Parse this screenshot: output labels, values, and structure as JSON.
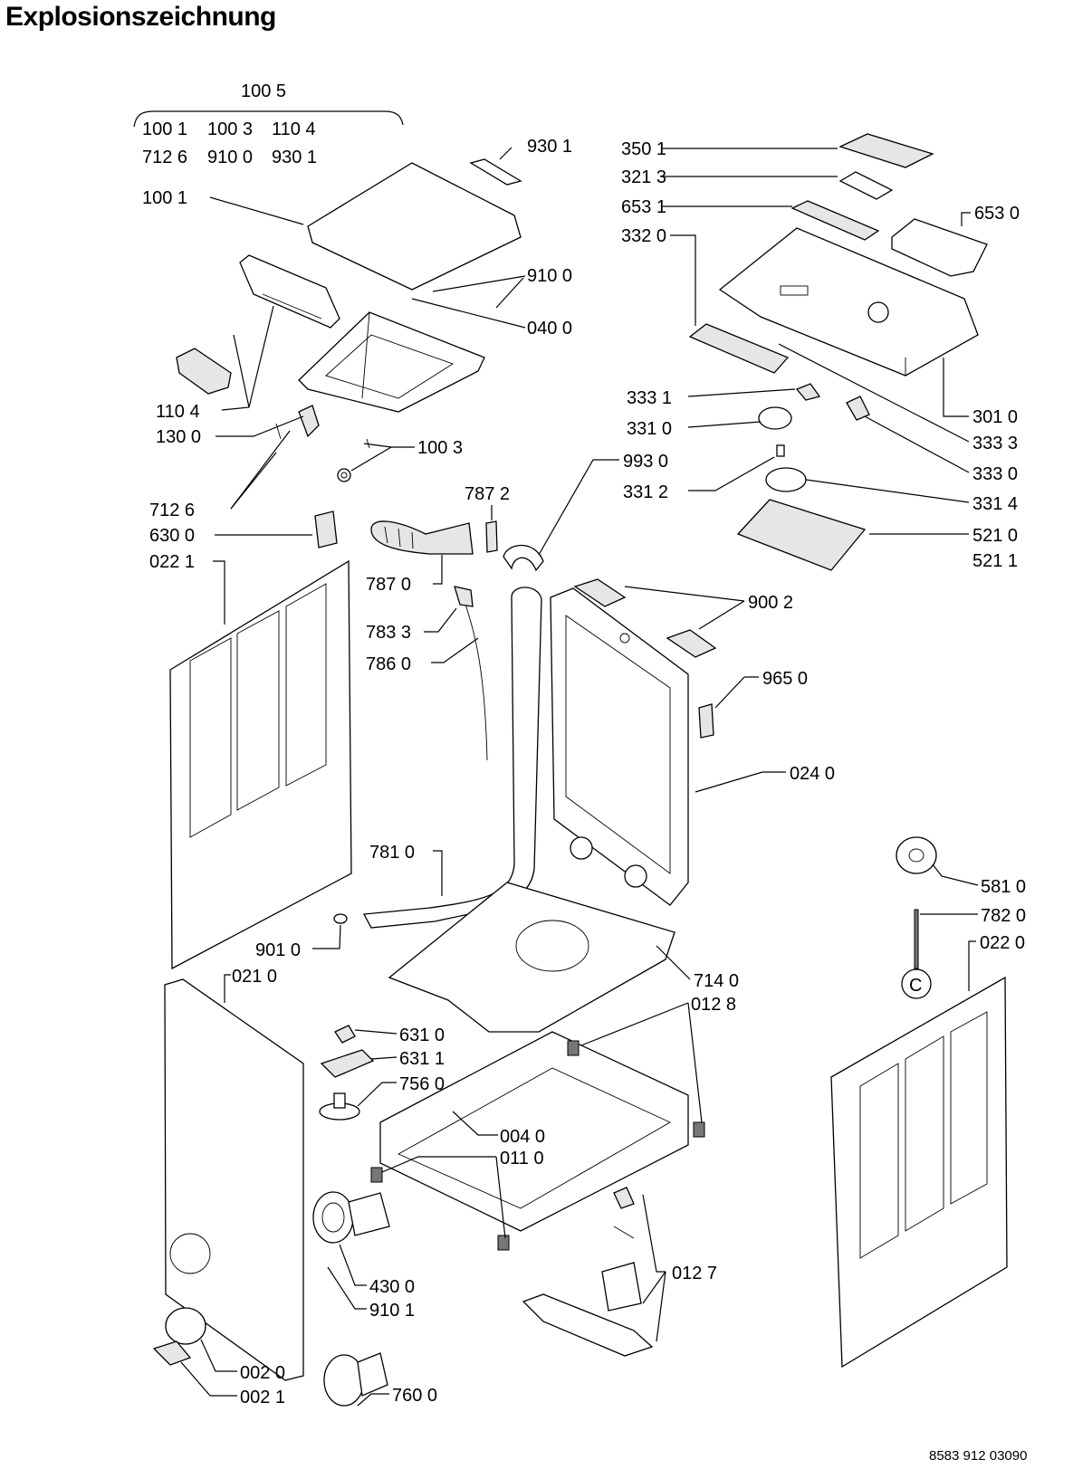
{
  "title": "Explosionszeichnung",
  "footer_code": "8583 912 03090",
  "circle_marker": "C",
  "labels": [
    {
      "id": "lbl-100-5",
      "text": "100 5"
    },
    {
      "id": "lbl-100-1-top",
      "text": "100 1"
    },
    {
      "id": "lbl-100-3-top",
      "text": "100 3"
    },
    {
      "id": "lbl-110-4-top",
      "text": "110 4"
    },
    {
      "id": "lbl-712-6-top",
      "text": "712 6"
    },
    {
      "id": "lbl-910-0-top",
      "text": "910 0"
    },
    {
      "id": "lbl-930-1-top",
      "text": "930 1"
    },
    {
      "id": "lbl-930-1",
      "text": "930 1"
    },
    {
      "id": "lbl-100-1",
      "text": "100 1"
    },
    {
      "id": "lbl-910-0",
      "text": "910 0"
    },
    {
      "id": "lbl-040-0",
      "text": "040 0"
    },
    {
      "id": "lbl-110-4",
      "text": "110 4"
    },
    {
      "id": "lbl-130-0",
      "text": "130 0"
    },
    {
      "id": "lbl-100-3",
      "text": "100 3"
    },
    {
      "id": "lbl-712-6",
      "text": "712 6"
    },
    {
      "id": "lbl-630-0",
      "text": "630 0"
    },
    {
      "id": "lbl-022-1",
      "text": "022 1"
    },
    {
      "id": "lbl-787-2",
      "text": "787 2"
    },
    {
      "id": "lbl-787-0",
      "text": "787 0"
    },
    {
      "id": "lbl-783-3",
      "text": "783 3"
    },
    {
      "id": "lbl-786-0",
      "text": "786 0"
    },
    {
      "id": "lbl-350-1",
      "text": "350 1"
    },
    {
      "id": "lbl-321-3",
      "text": "321 3"
    },
    {
      "id": "lbl-653-1",
      "text": "653 1"
    },
    {
      "id": "lbl-653-0",
      "text": "653 0"
    },
    {
      "id": "lbl-332-0",
      "text": "332 0"
    },
    {
      "id": "lbl-333-1",
      "text": "333 1"
    },
    {
      "id": "lbl-331-0",
      "text": "331 0"
    },
    {
      "id": "lbl-301-0",
      "text": "301 0"
    },
    {
      "id": "lbl-333-3",
      "text": "333 3"
    },
    {
      "id": "lbl-993-0",
      "text": "993 0"
    },
    {
      "id": "lbl-333-0",
      "text": "333 0"
    },
    {
      "id": "lbl-331-2",
      "text": "331 2"
    },
    {
      "id": "lbl-331-4",
      "text": "331 4"
    },
    {
      "id": "lbl-521-0",
      "text": "521 0"
    },
    {
      "id": "lbl-521-1",
      "text": "521 1"
    },
    {
      "id": "lbl-900-2",
      "text": "900 2"
    },
    {
      "id": "lbl-965-0",
      "text": "965 0"
    },
    {
      "id": "lbl-024-0",
      "text": "024 0"
    },
    {
      "id": "lbl-781-0",
      "text": "781 0"
    },
    {
      "id": "lbl-581-0",
      "text": "581 0"
    },
    {
      "id": "lbl-782-0",
      "text": "782 0"
    },
    {
      "id": "lbl-022-0",
      "text": "022 0"
    },
    {
      "id": "lbl-901-0",
      "text": "901 0"
    },
    {
      "id": "lbl-021-0",
      "text": "021 0"
    },
    {
      "id": "lbl-714-0",
      "text": "714 0"
    },
    {
      "id": "lbl-012-8",
      "text": "012 8"
    },
    {
      "id": "lbl-631-0",
      "text": "631 0"
    },
    {
      "id": "lbl-631-1",
      "text": "631 1"
    },
    {
      "id": "lbl-756-0",
      "text": "756 0"
    },
    {
      "id": "lbl-004-0",
      "text": "004 0"
    },
    {
      "id": "lbl-011-0",
      "text": "011 0"
    },
    {
      "id": "lbl-012-7",
      "text": "012 7"
    },
    {
      "id": "lbl-430-0",
      "text": "430 0"
    },
    {
      "id": "lbl-910-1",
      "text": "910 1"
    },
    {
      "id": "lbl-002-0",
      "text": "002 0"
    },
    {
      "id": "lbl-002-1",
      "text": "002 1"
    },
    {
      "id": "lbl-760-0",
      "text": "760 0"
    }
  ]
}
